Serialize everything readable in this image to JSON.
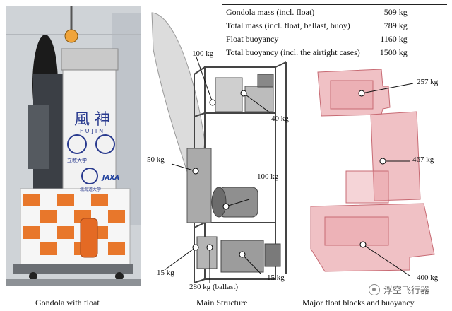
{
  "table": {
    "rows": [
      {
        "label": "Gondola mass (incl. float)",
        "value": "509 kg"
      },
      {
        "label": "Total mass (incl. float, ballast, buoy)",
        "value": "789 kg"
      },
      {
        "label": "Float  buoyancy",
        "value": "1160 kg"
      },
      {
        "label": "Total buoyancy (incl. the airtight cases)",
        "value": "1500 kg"
      }
    ]
  },
  "photo": {
    "logo_kanji": "風 神",
    "logo_romaji": "FUJIN",
    "sponsor1": "立教大学",
    "sponsor2": "北海道大学",
    "sponsor3": "JAXA"
  },
  "structure": {
    "labels": {
      "top": "100 kg",
      "upper_right": "40 kg",
      "left": "50 kg",
      "tank": "100 kg",
      "bottom_left": "15 kg",
      "ballast": "280 kg (ballast)",
      "bottom_right": "15 kg"
    }
  },
  "float": {
    "labels": {
      "top": "257 kg",
      "middle": "467 kg",
      "bottom": "400 kg"
    }
  },
  "captions": {
    "photo": "Gondola with float",
    "structure": "Main Structure",
    "float": "Major float blocks and buoyancy"
  },
  "watermark": "浮空飞行器",
  "colors": {
    "float_fill": "#e8a0a6",
    "float_edge": "#c76a73",
    "frame": "#444444",
    "orange": "#e8772b"
  }
}
